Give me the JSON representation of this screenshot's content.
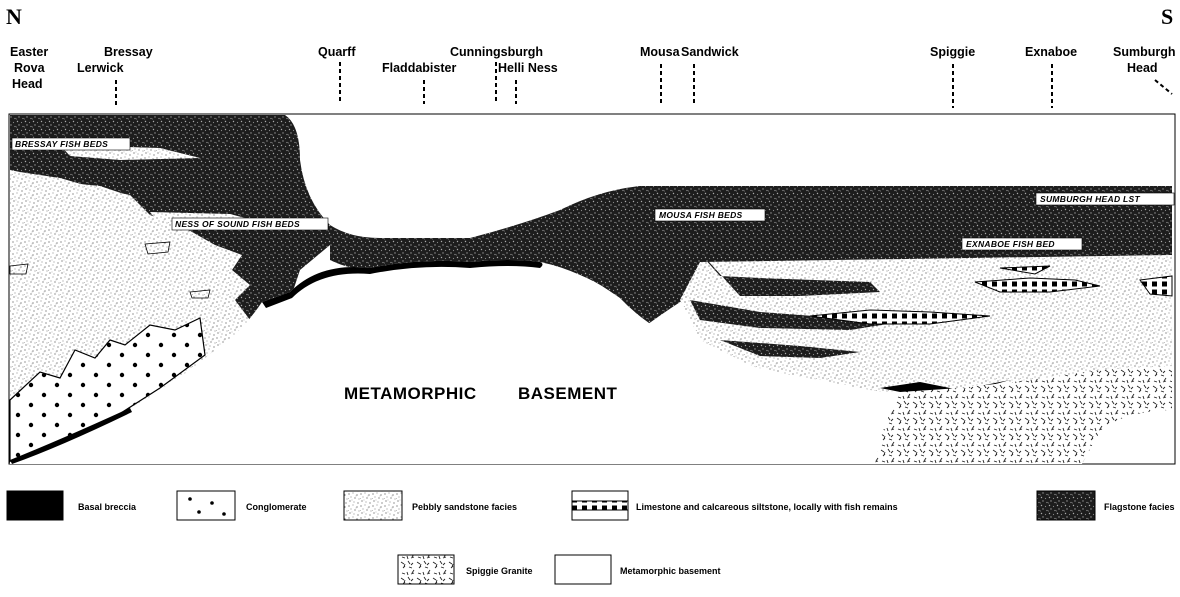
{
  "directions": {
    "north": "N",
    "south": "S"
  },
  "localities": [
    {
      "lines": [
        "Easter",
        "Rova",
        "Head"
      ]
    },
    {
      "lines": [
        "Bressay"
      ]
    },
    {
      "lines": [
        "Lerwick"
      ]
    },
    {
      "lines": [
        "Quarff"
      ]
    },
    {
      "lines": [
        "Fladdabister"
      ]
    },
    {
      "lines": [
        "Cunningsburgh"
      ]
    },
    {
      "lines": [
        "Helli Ness"
      ]
    },
    {
      "lines": [
        "Mousa"
      ]
    },
    {
      "lines": [
        "Sandwick"
      ]
    },
    {
      "lines": [
        "Spiggie"
      ]
    },
    {
      "lines": [
        "Exnaboe"
      ]
    },
    {
      "lines": [
        "Sumburgh",
        "Head"
      ]
    }
  ],
  "bed_labels": {
    "bressay": "BRESSAY FISH BEDS",
    "ness_of_sound": "NESS OF SOUND FISH BEDS",
    "mousa": "MOUSA FISH BEDS",
    "sumburgh": "SUMBURGH HEAD LST",
    "exnaboe": "EXNABOE FISH BED"
  },
  "basement_label": {
    "word1": "METAMORPHIC",
    "word2": "BASEMENT"
  },
  "legend": {
    "basal_breccia": "Basal breccia",
    "conglomerate": "Conglomerate",
    "pebbly_sandstone": "Pebbly sandstone facies",
    "limestone": "Limestone and calcareous siltstone, locally with fish remains",
    "flagstone": "Flagstone facies",
    "spiggie_granite": "Spiggie Granite",
    "metamorphic": "Metamorphic basement"
  }
}
